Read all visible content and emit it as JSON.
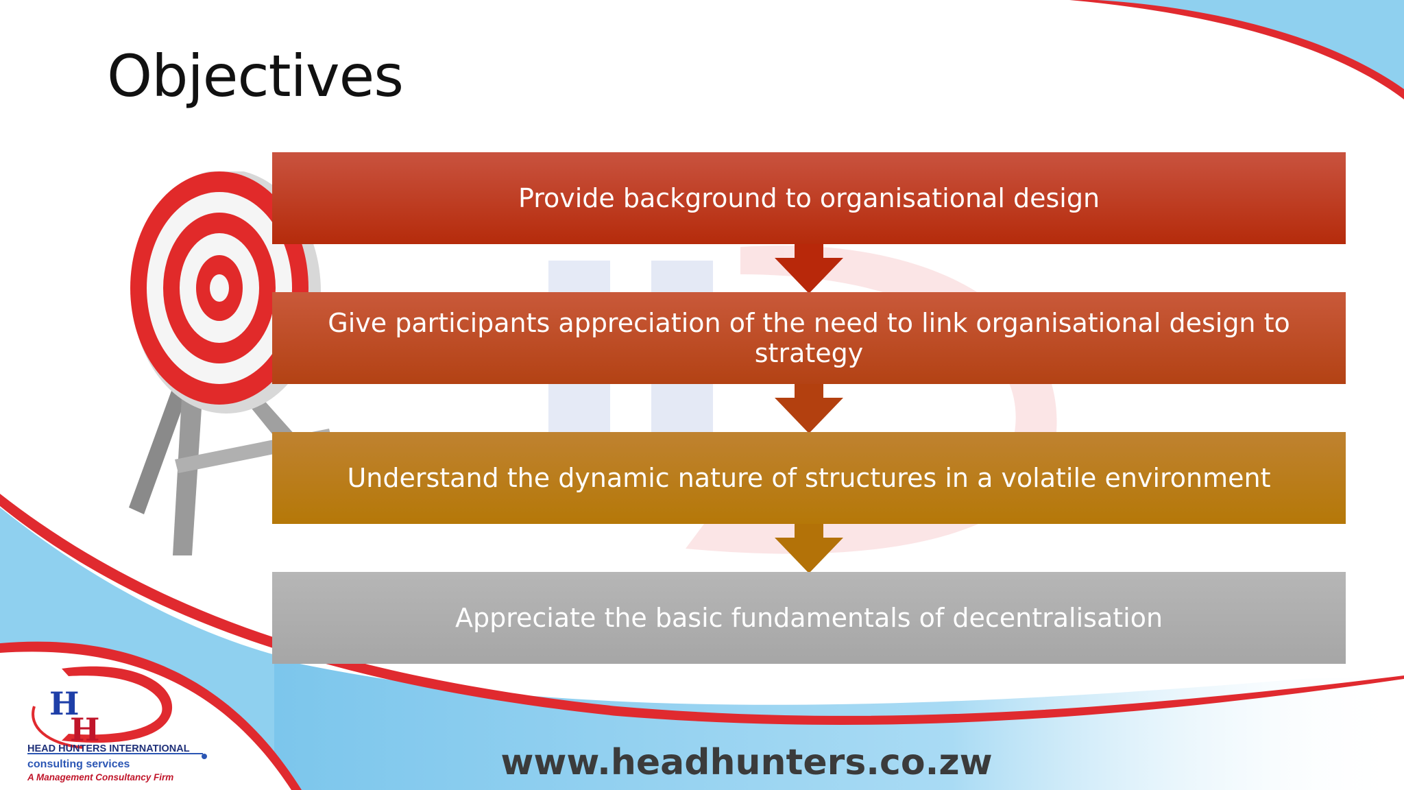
{
  "slide": {
    "title": "Objectives",
    "steps": [
      {
        "text": "Provide background to organisational design"
      },
      {
        "text": "Give participants appreciation of the need to link organisational design to strategy"
      },
      {
        "text": "Understand the dynamic nature of structures in a volatile environment"
      },
      {
        "text": "Appreciate the basic fundamentals of decentralisation"
      }
    ],
    "step_colors": [
      "#b52b0b",
      "#b34214",
      "#b57808",
      "#a6a6a6"
    ],
    "arrow_colors": [
      "#b8280a",
      "#b3400f",
      "#b37208"
    ],
    "illustration": "archery-target-icon"
  },
  "footer": {
    "logo_initials": "HH",
    "company_name": "HEAD HUNTERS INTERNATIONAL",
    "company_tagline": "consulting services",
    "company_subtitle": "A Management Consultancy Firm",
    "website": "www.headhunters.co.zw"
  },
  "colors": {
    "brand_red": "#e02a2f",
    "brand_blue": "#7cc6ec",
    "brand_navy": "#1e2f78"
  }
}
